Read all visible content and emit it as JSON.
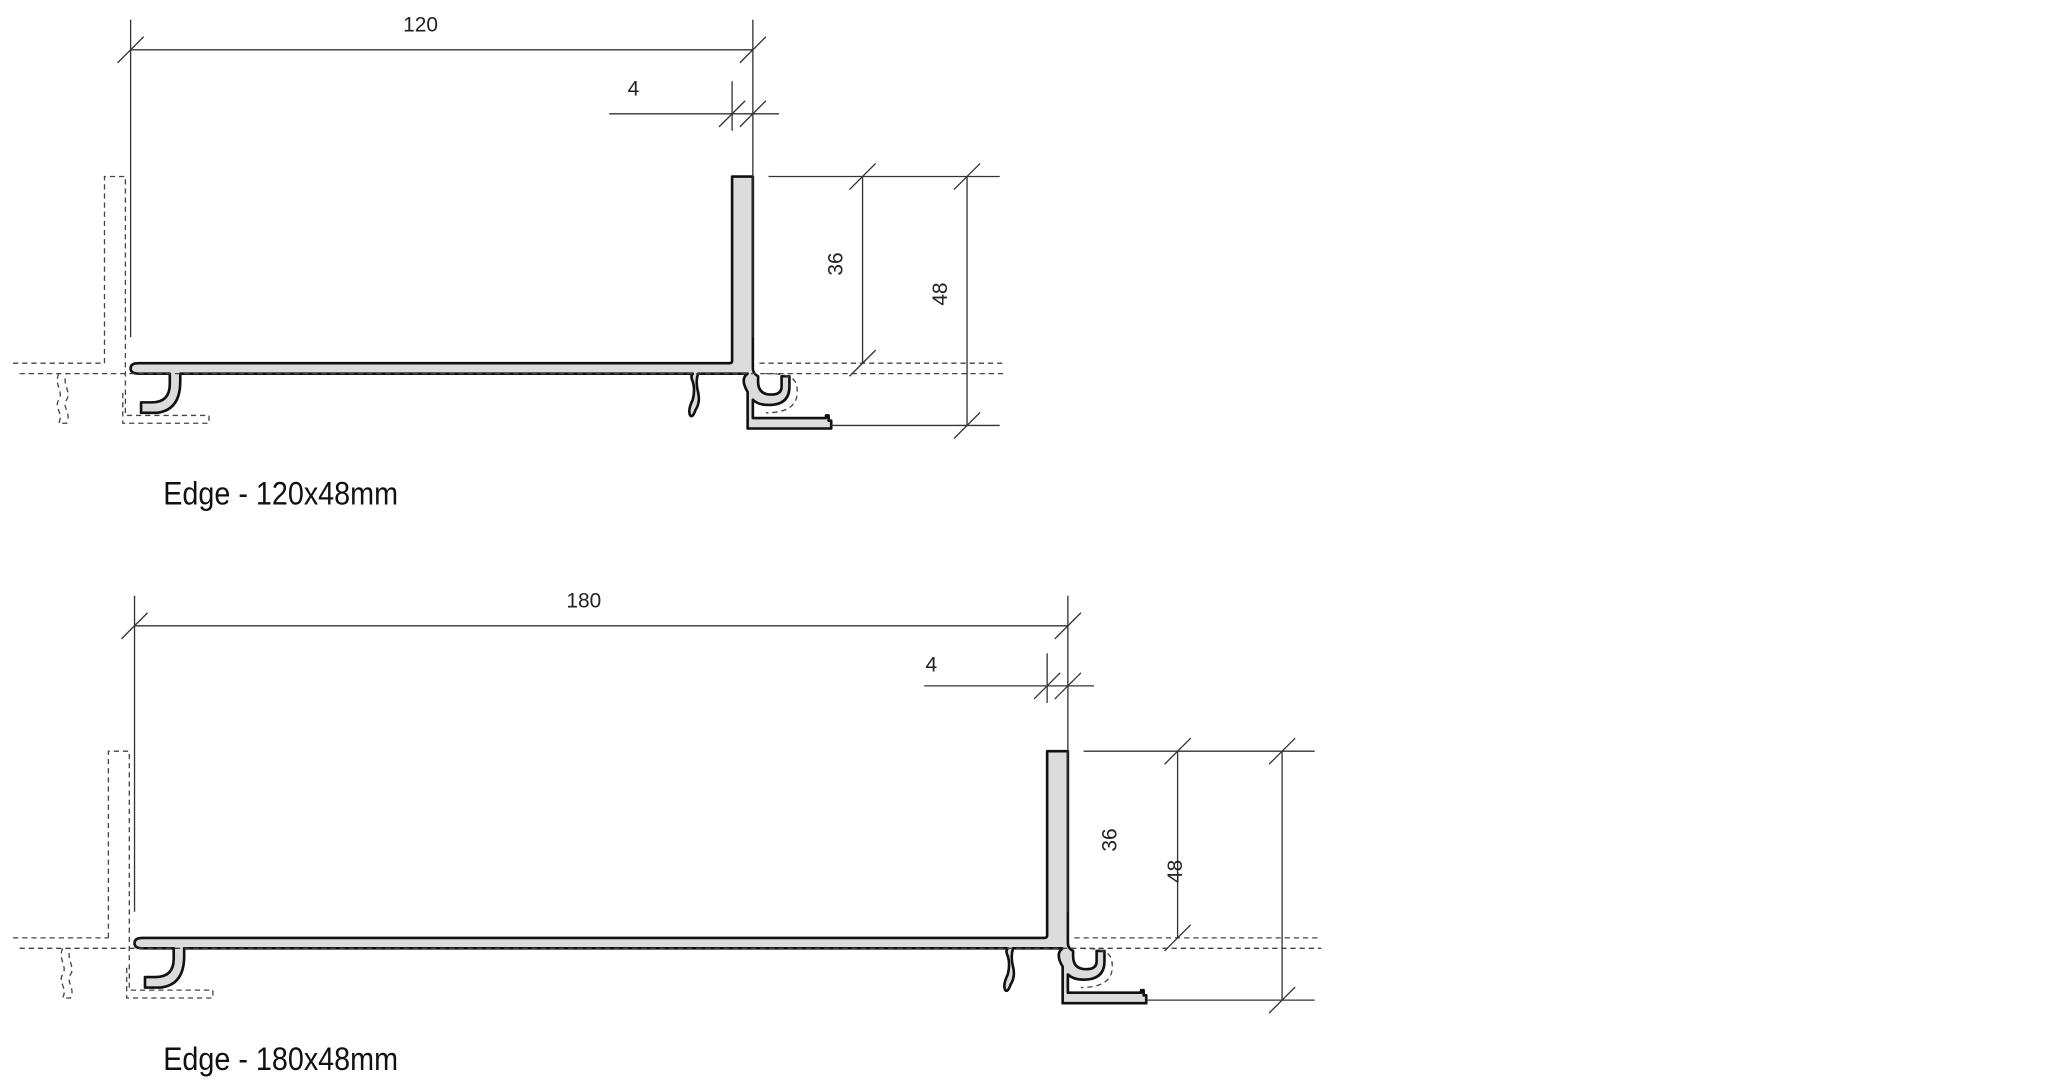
{
  "profiles": [
    {
      "label": "Edge - 120x48mm",
      "width_mm": 120,
      "wall_mm": 4,
      "upper_height_mm": 36,
      "total_height_mm": 48,
      "dims": {
        "width": "120",
        "wall": "4",
        "upper": "36",
        "total": "48"
      }
    },
    {
      "label": "Edge - 180x48mm",
      "width_mm": 180,
      "wall_mm": 4,
      "upper_height_mm": 36,
      "total_height_mm": 48,
      "dims": {
        "width": "180",
        "wall": "4",
        "upper": "36",
        "total": "48"
      }
    }
  ],
  "colors": {
    "profile_fill": "#dcdcdc",
    "outline": "#111111"
  }
}
